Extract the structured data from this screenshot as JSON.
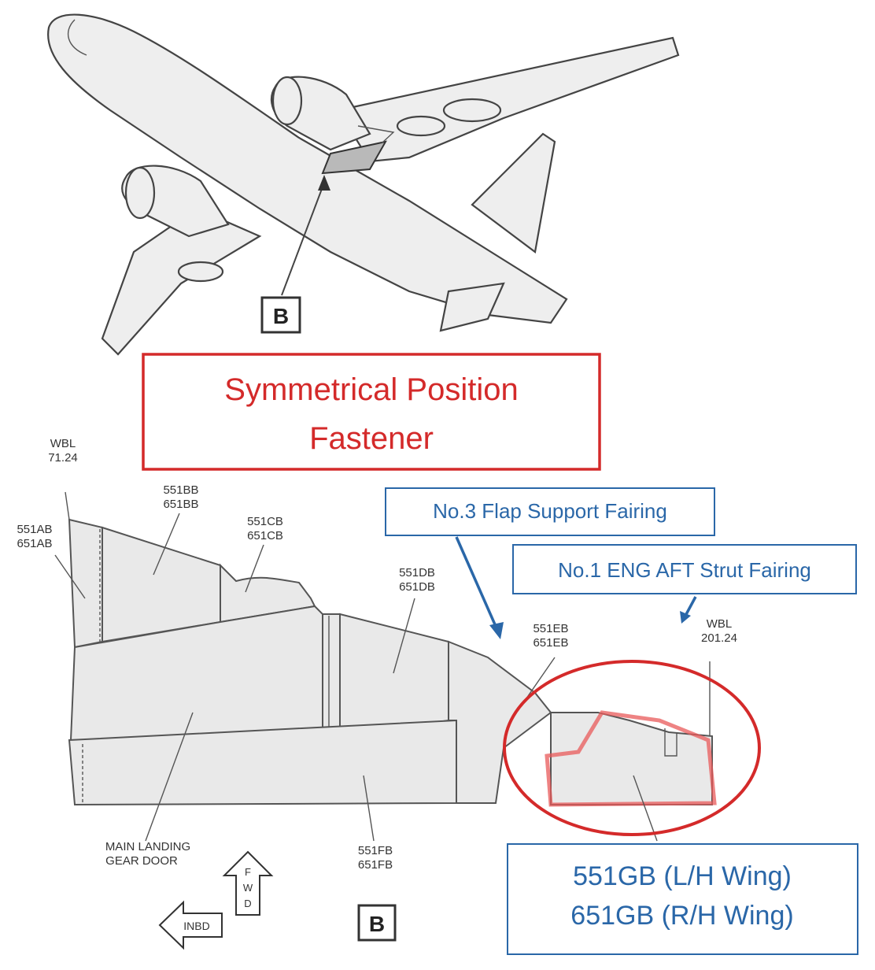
{
  "top_view": {
    "view_marker": "B"
  },
  "callouts": {
    "symmetrical": {
      "line1": "Symmetrical Position",
      "line2": "Fastener",
      "color": "#d42a2a"
    },
    "flap_support": {
      "text": "No.3 Flap Support Fairing",
      "color": "#2a67a8"
    },
    "eng_strut": {
      "text": "No.1 ENG AFT Strut Fairing",
      "color": "#2a67a8"
    },
    "panel_id": {
      "line1": "551GB (L/H Wing)",
      "line2": "651GB (R/H Wing)",
      "color": "#2a67a8"
    }
  },
  "detail_view": {
    "wbl_left": {
      "line1": "WBL",
      "line2": "71.24"
    },
    "wbl_right": {
      "line1": "WBL",
      "line2": "201.24"
    },
    "panels": [
      {
        "line1": "551AB",
        "line2": "651AB"
      },
      {
        "line1": "551BB",
        "line2": "651BB"
      },
      {
        "line1": "551CB",
        "line2": "651CB"
      },
      {
        "line1": "551DB",
        "line2": "651DB"
      },
      {
        "line1": "551EB",
        "line2": "651EB"
      },
      {
        "line1": "551FB",
        "line2": "651FB"
      }
    ],
    "gear_door": {
      "line1": "MAIN LANDING",
      "line2": "GEAR DOOR"
    },
    "fwd_letters": [
      "F",
      "W",
      "D"
    ],
    "inbd_label": "INBD",
    "view_marker": "B"
  }
}
